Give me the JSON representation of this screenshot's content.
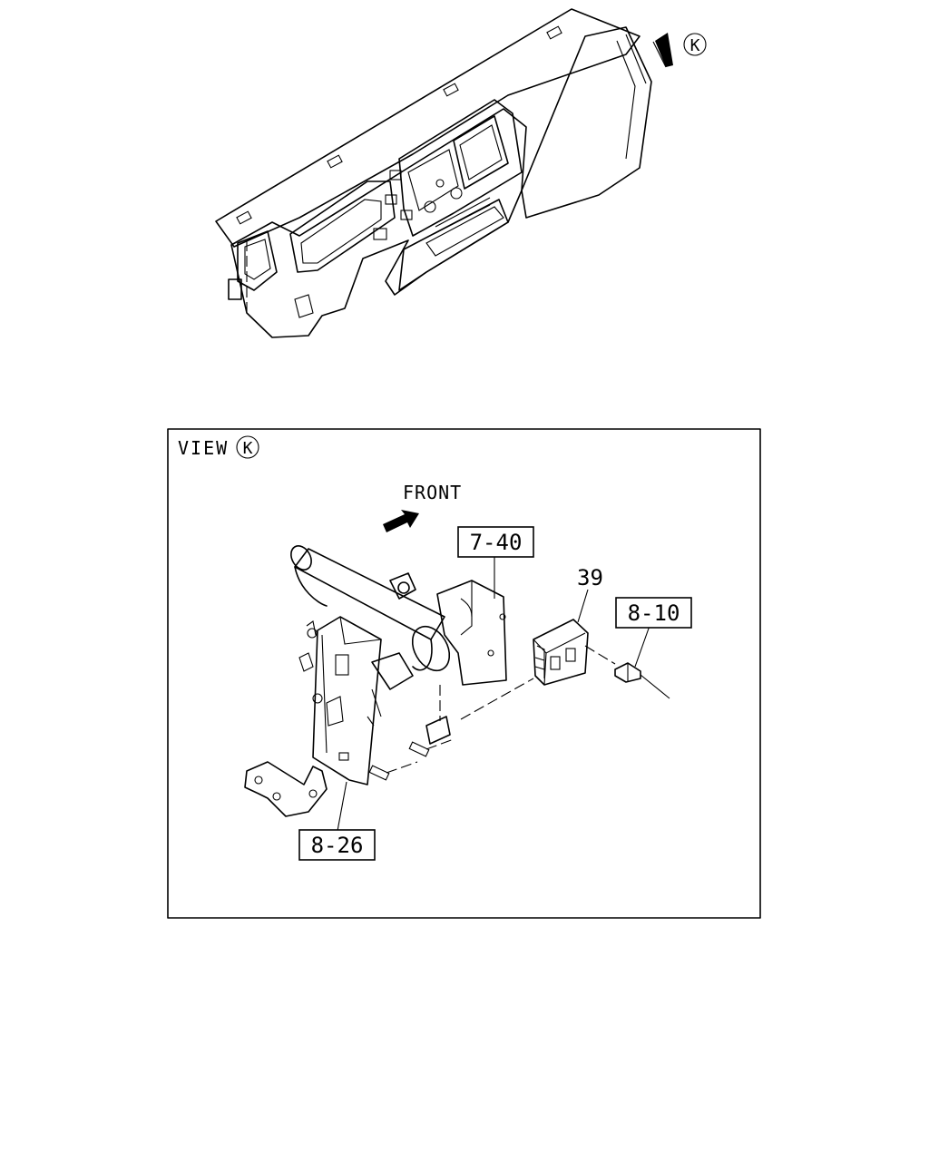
{
  "view_callout": "K",
  "view_label": "VIEW",
  "direction_label": "FRONT",
  "part_refs": {
    "ref_7_40": "7-40",
    "ref_39": "39",
    "ref_8_10": "8-10",
    "ref_8_26": "8-26"
  }
}
